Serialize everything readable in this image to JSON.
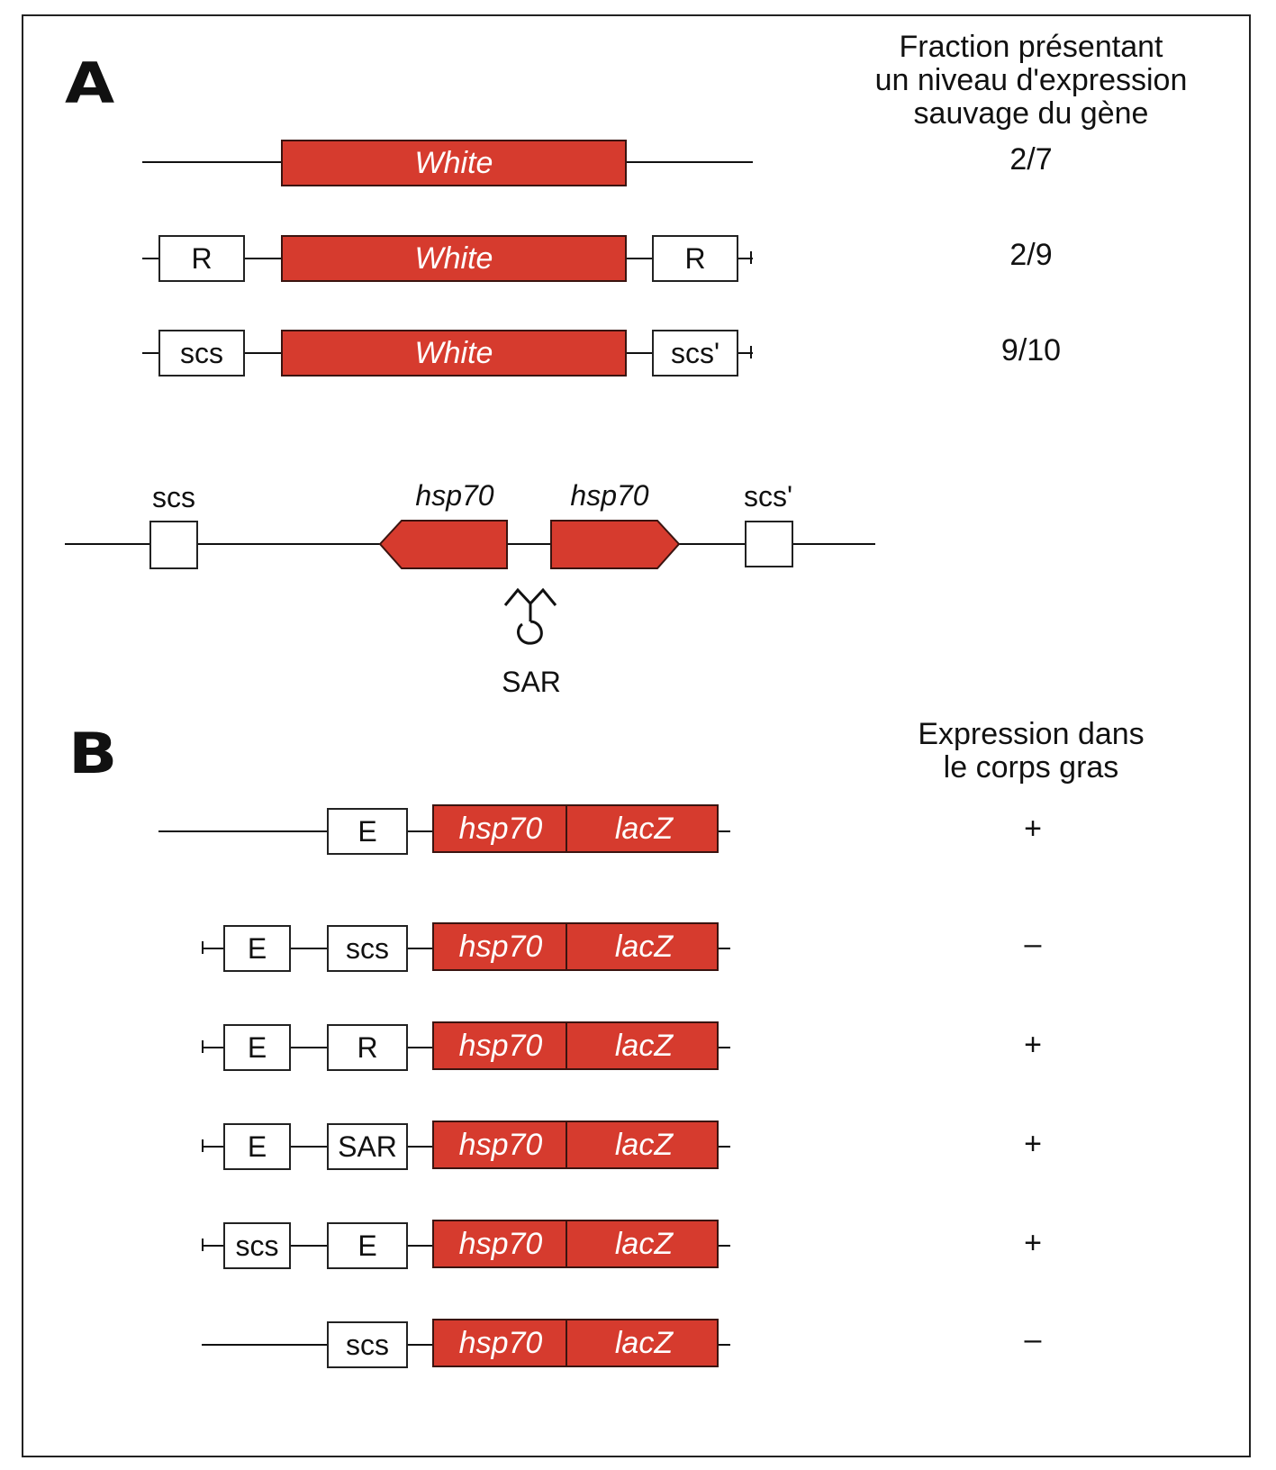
{
  "panels": {
    "a": {
      "letter": "A",
      "header": [
        "Fraction présentant",
        "un niveau d'expression",
        "sauvage du gène"
      ],
      "rows": [
        {
          "left": "",
          "gene": "White",
          "right": "",
          "value": "2/7"
        },
        {
          "left": "R",
          "gene": "White",
          "right": "R",
          "value": "2/9"
        },
        {
          "left": "scs",
          "gene": "White",
          "right": "scs'",
          "value": "9/10"
        }
      ],
      "locus": {
        "left_label": "scs",
        "gene1": "hsp70",
        "gene2": "hsp70",
        "right_label": "scs'",
        "sar_label": "SAR"
      }
    },
    "b": {
      "letter": "B",
      "header": [
        "Expression dans",
        "le corps gras"
      ],
      "rows": [
        {
          "box1": "",
          "box2": "E",
          "gene1": "hsp70",
          "gene2": "lacZ",
          "value": "+"
        },
        {
          "box1": "E",
          "box2": "scs",
          "gene1": "hsp70",
          "gene2": "lacZ",
          "value": "–"
        },
        {
          "box1": "E",
          "box2": "R",
          "gene1": "hsp70",
          "gene2": "lacZ",
          "value": "+"
        },
        {
          "box1": "E",
          "box2": "SAR",
          "gene1": "hsp70",
          "gene2": "lacZ",
          "value": "+"
        },
        {
          "box1": "scs",
          "box2": "E",
          "gene1": "hsp70",
          "gene2": "lacZ",
          "value": "+"
        },
        {
          "box1": "",
          "box2": "scs",
          "gene1": "hsp70",
          "gene2": "lacZ",
          "value": "–"
        }
      ]
    }
  },
  "colors": {
    "gene_fill": "#d63b2e",
    "line": "#111111"
  }
}
